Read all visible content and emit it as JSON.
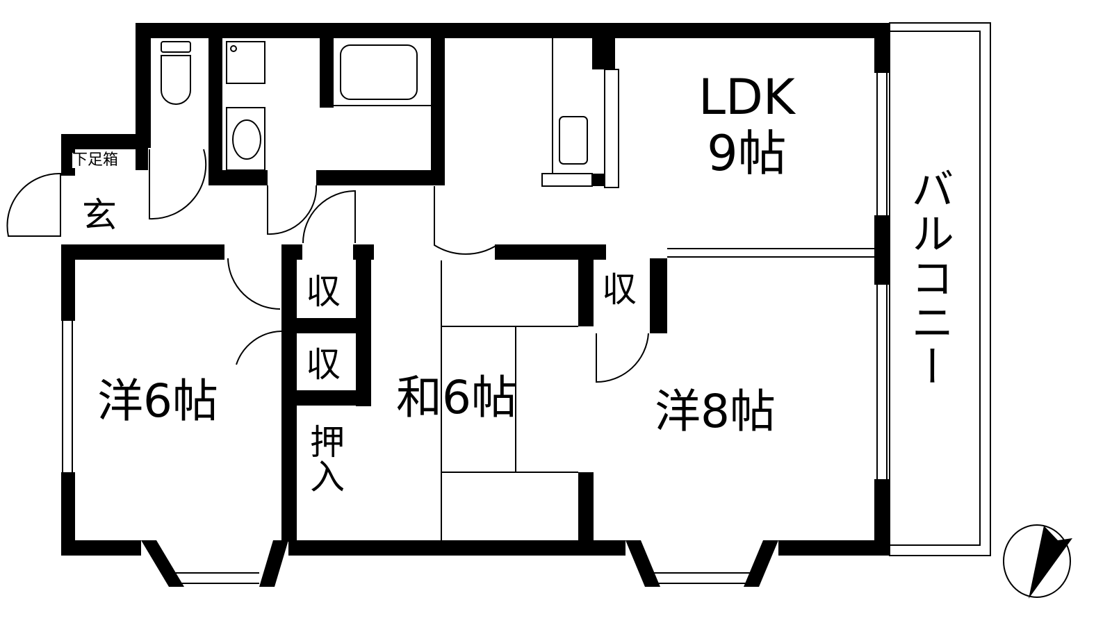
{
  "floor_plan": {
    "type": "2LDK-style apartment floor plan",
    "colors": {
      "wall": "#000000",
      "background": "#ffffff",
      "line": "#000000"
    },
    "rooms": [
      {
        "id": "ldk",
        "label_line1": "LDK",
        "label_line2": "9帖"
      },
      {
        "id": "western-6",
        "label": "洋6帖"
      },
      {
        "id": "japanese-6",
        "label": "和6帖"
      },
      {
        "id": "western-8",
        "label": "洋8帖"
      },
      {
        "id": "entrance",
        "label": "玄"
      },
      {
        "id": "shoe-box",
        "label": "下足箱"
      },
      {
        "id": "storage-1",
        "label": "収"
      },
      {
        "id": "storage-2",
        "label": "収"
      },
      {
        "id": "storage-3",
        "label": "収"
      },
      {
        "id": "closet",
        "label": "押入"
      },
      {
        "id": "balcony",
        "label": "バルコニー"
      }
    ],
    "fixtures": [
      "toilet",
      "washbasin",
      "washing-machine-pan",
      "bathtub",
      "kitchen-sink"
    ],
    "compass": {
      "icon": "north-arrow-icon"
    }
  }
}
